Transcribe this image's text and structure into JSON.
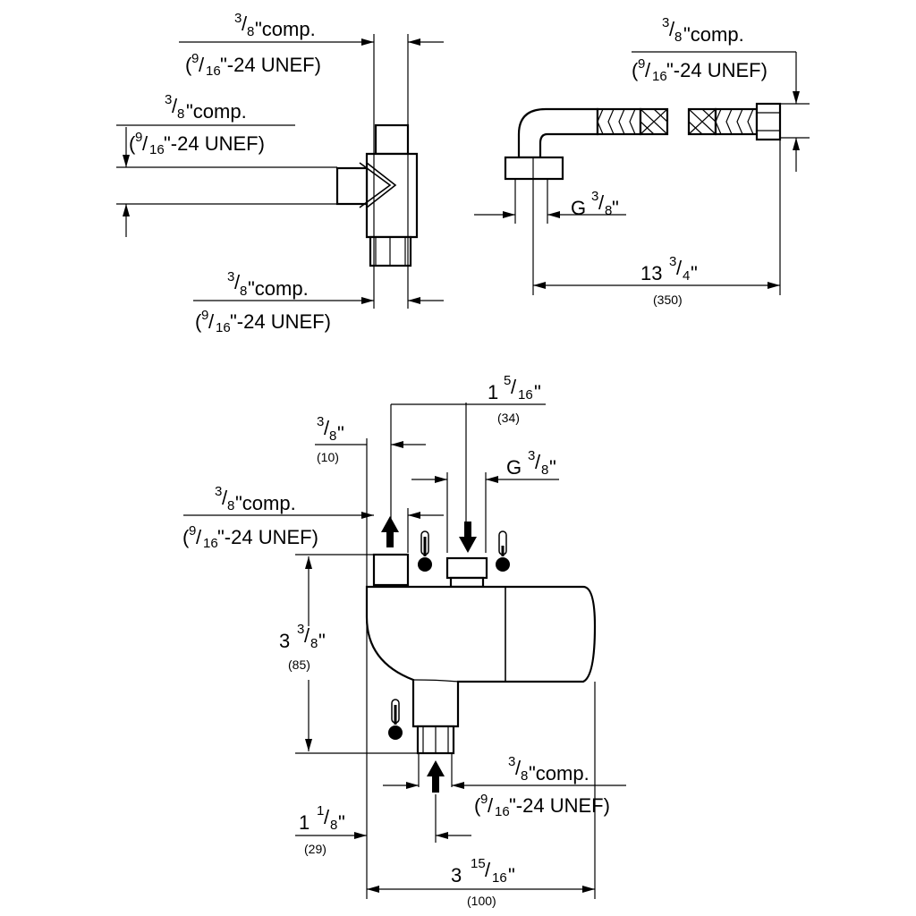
{
  "drawing": {
    "line": "#000000",
    "background": "#ffffff"
  },
  "top_left": {
    "top": {
      "num": "3",
      "den": "8",
      "main": "\"comp.",
      "thread_num": "9",
      "thread_den": "16",
      "thread_rest": "\"-24 UNEF)"
    },
    "side": {
      "num": "3",
      "den": "8",
      "main": "\"comp.",
      "thread_num": "9",
      "thread_den": "16",
      "thread_rest": "\"-24 UNEF)"
    },
    "bottom": {
      "num": "3",
      "den": "8",
      "main": "\"comp.",
      "thread_num": "9",
      "thread_den": "16",
      "thread_rest": "\"-24 UNEF)"
    }
  },
  "top_right": {
    "hose_end": {
      "num": "3",
      "den": "8",
      "main": "\"comp.",
      "thread_num": "9",
      "thread_den": "16",
      "thread_rest": "\"-24 UNEF)"
    },
    "g_thread": {
      "prefix": "G ",
      "num": "3",
      "den": "8",
      "suffix": "\""
    },
    "length": {
      "whole": "13 ",
      "num": "3",
      "den": "4",
      "suffix": "\"",
      "mm": "(350)"
    }
  },
  "bottom": {
    "dim_top_left": {
      "num": "3",
      "den": "8",
      "suffix": "\"",
      "mm": "(10)"
    },
    "dim_top_mid": {
      "whole": "1 ",
      "num": "5",
      "den": "16",
      "suffix": "\"",
      "mm": "(34)"
    },
    "g_thread": {
      "prefix": "G ",
      "num": "3",
      "den": "8",
      "suffix": "\""
    },
    "outlet_comp": {
      "num": "3",
      "den": "8",
      "main": "\"comp.",
      "thread_num": "9",
      "thread_den": "16",
      "thread_rest": "\"-24 UNEF)"
    },
    "height": {
      "whole": "3 ",
      "num": "3",
      "den": "8",
      "suffix": "\"",
      "mm": "(85)"
    },
    "inlet_comp": {
      "num": "3",
      "den": "8",
      "main": "\"comp.",
      "thread_num": "9",
      "thread_den": "16",
      "thread_rest": "\"-24 UNEF)"
    },
    "offset": {
      "whole": "1 ",
      "num": "1",
      "den": "8",
      "suffix": "\"",
      "mm": "(29)"
    },
    "width": {
      "whole": "3 ",
      "num": "15",
      "den": "16",
      "suffix": "\"",
      "mm": "(100)"
    }
  },
  "icons": {
    "flow_arrow": "flow-arrow-icon",
    "thermometer": "thermometer-icon"
  }
}
